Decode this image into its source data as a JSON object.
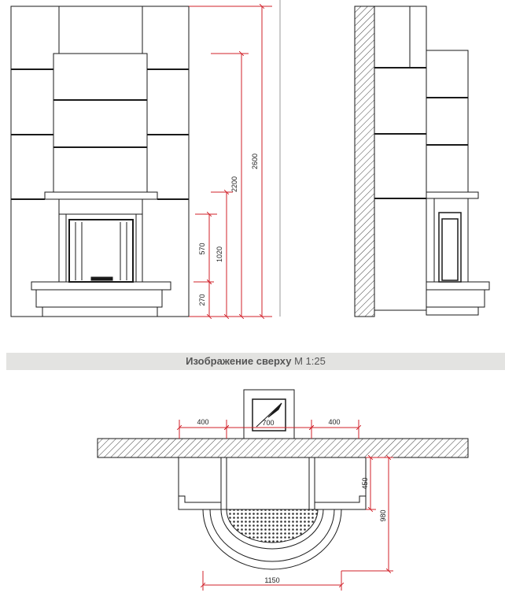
{
  "section_title": {
    "bold": "Изображение сверху",
    "scale": "M 1:25"
  },
  "front_dims": [
    "2600",
    "2200",
    "1020",
    "570",
    "270"
  ],
  "top_dims": {
    "left_offset": "400",
    "chimney_width": "700",
    "right_offset": "400",
    "depth_body": "450",
    "depth_total": "980",
    "width_total": "1150"
  },
  "colors": {
    "outline": "#1a1a1a",
    "dimension": "#d0202a",
    "hatch": "#444444",
    "banner": "#e3e3e1"
  }
}
